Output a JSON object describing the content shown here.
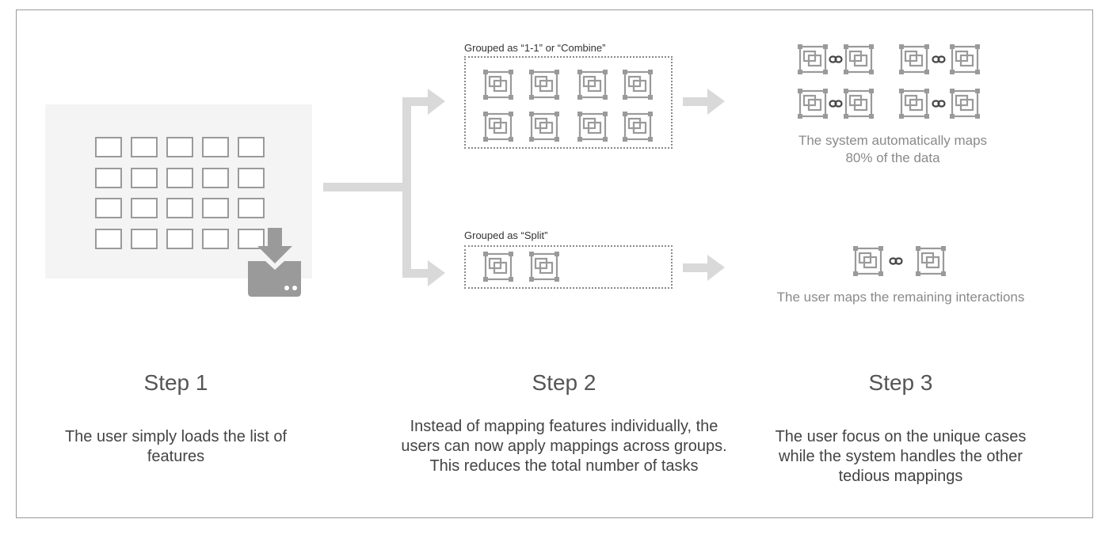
{
  "step1": {
    "title": "Step 1",
    "description": "The user simply loads the list of features"
  },
  "step2": {
    "title": "Step 2",
    "description": "Instead of mapping features individually, the users can now apply mappings across groups. This reduces the total number of tasks",
    "group_combine_label": "Grouped as “1-1” or “Combine”",
    "group_split_label": "Grouped as “Split”"
  },
  "step3": {
    "title": "Step 3",
    "description": "The user focus on the unique cases while the system handles the other tedious mappings",
    "auto_caption_line1": "The system automatically maps",
    "auto_caption_line2": "80% of the data",
    "manual_caption": "The user maps the remaining interactions"
  },
  "colors": {
    "connector": "#d9d9d9",
    "icon": "#9a9a9a",
    "link": "#444444",
    "panel": "#f4f4f4"
  }
}
